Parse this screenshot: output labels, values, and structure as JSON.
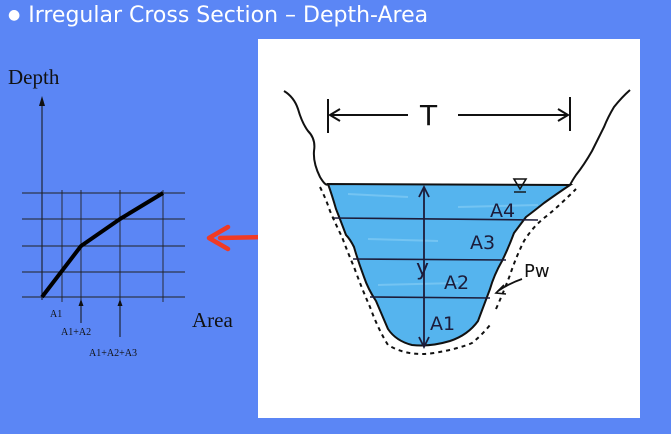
{
  "title": "Irregular Cross Section – Depth-Area",
  "graph": {
    "y_label": "Depth",
    "x_label": "Area",
    "ticks": [
      "A1",
      "A1+A2",
      "A1+A2+A3"
    ]
  },
  "sketch": {
    "top_width_label": "T",
    "depth_label": "y",
    "perimeter_label": "Pw",
    "areas": [
      "A4",
      "A3",
      "A2",
      "A1"
    ]
  },
  "colors": {
    "background": "#5b86f5",
    "water": "#55b4ee",
    "arrow": "#f03a24"
  }
}
